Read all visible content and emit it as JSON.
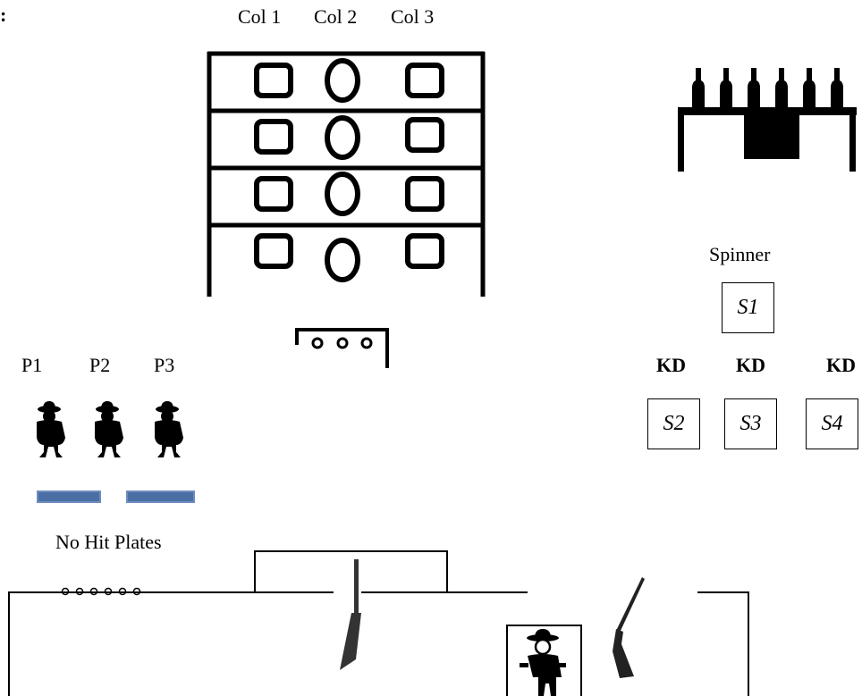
{
  "top_left_mark": ":",
  "columns": [
    "Col 1",
    "Col 2",
    "Col 3"
  ],
  "popper_labels": [
    "P1",
    "P2",
    "P3"
  ],
  "no_hit_plates_label": "No Hit Plates",
  "spinner_label": "Spinner",
  "knockdown_labels": [
    "KD",
    "KD",
    "KD"
  ],
  "spinner_box": "S1",
  "knockdown_boxes": [
    "S2",
    "S3",
    "S4"
  ],
  "icons": {
    "gun_rack": "gun-rack-icon",
    "popper_target": "popper-target-icon",
    "shooter": "cowboy-shooter-icon",
    "shotgun": "shotgun-icon",
    "rifle": "rifle-icon"
  },
  "colors": {
    "no_hit_plate": "#4a6fa5",
    "line": "#000000"
  }
}
